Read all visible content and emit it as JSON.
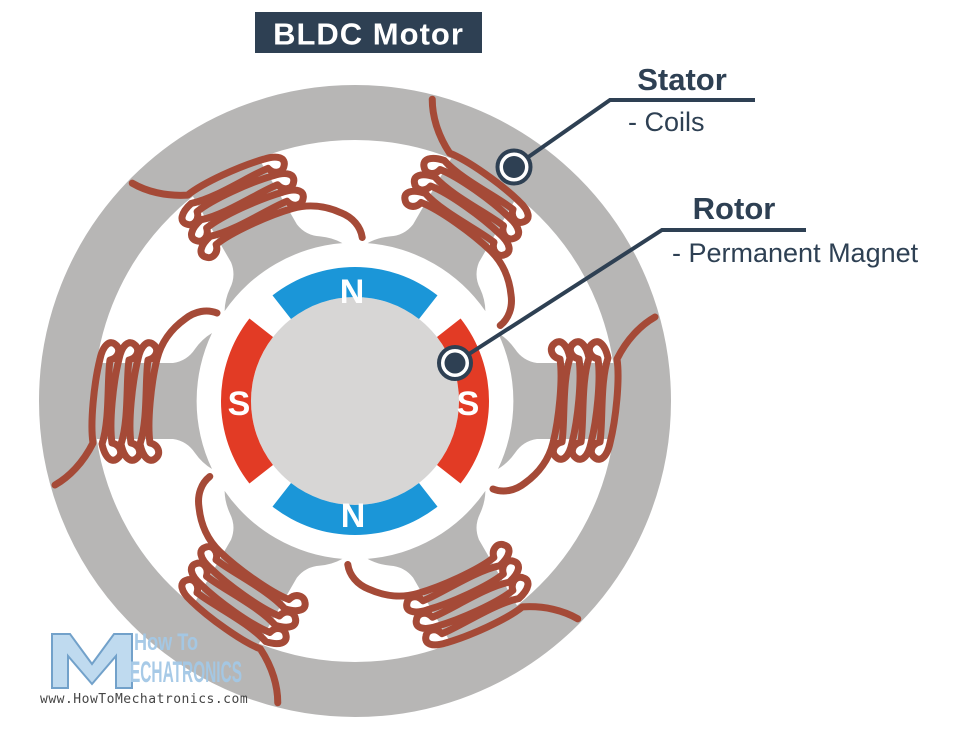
{
  "title": "BLDC Motor",
  "callouts": {
    "stator": {
      "title": "Stator",
      "subtitle": "- Coils"
    },
    "rotor": {
      "title": "Rotor",
      "subtitle": "- Permanent Magnet"
    }
  },
  "rotor_magnets": {
    "top": "N",
    "right": "S",
    "bottom": "N",
    "left": "S"
  },
  "watermark": {
    "how_to": "How To",
    "brand": "ECHATRONICS",
    "url": "www.HowToMechatronics.com"
  },
  "colors": {
    "navy": "#2e4053",
    "stator_gray": "#b7b6b5",
    "rotor_gray": "#d7d6d5",
    "coil_wire": "#a54a37",
    "magnet_n_blue": "#1b96d8",
    "magnet_s_red": "#e23b25",
    "letter_white": "#ffffff",
    "watermark_fill": "#bcd9ef",
    "watermark_stroke": "#6b9dc8",
    "watermark_text": "#a3c8e6",
    "url_text": "#3b3b3b"
  }
}
